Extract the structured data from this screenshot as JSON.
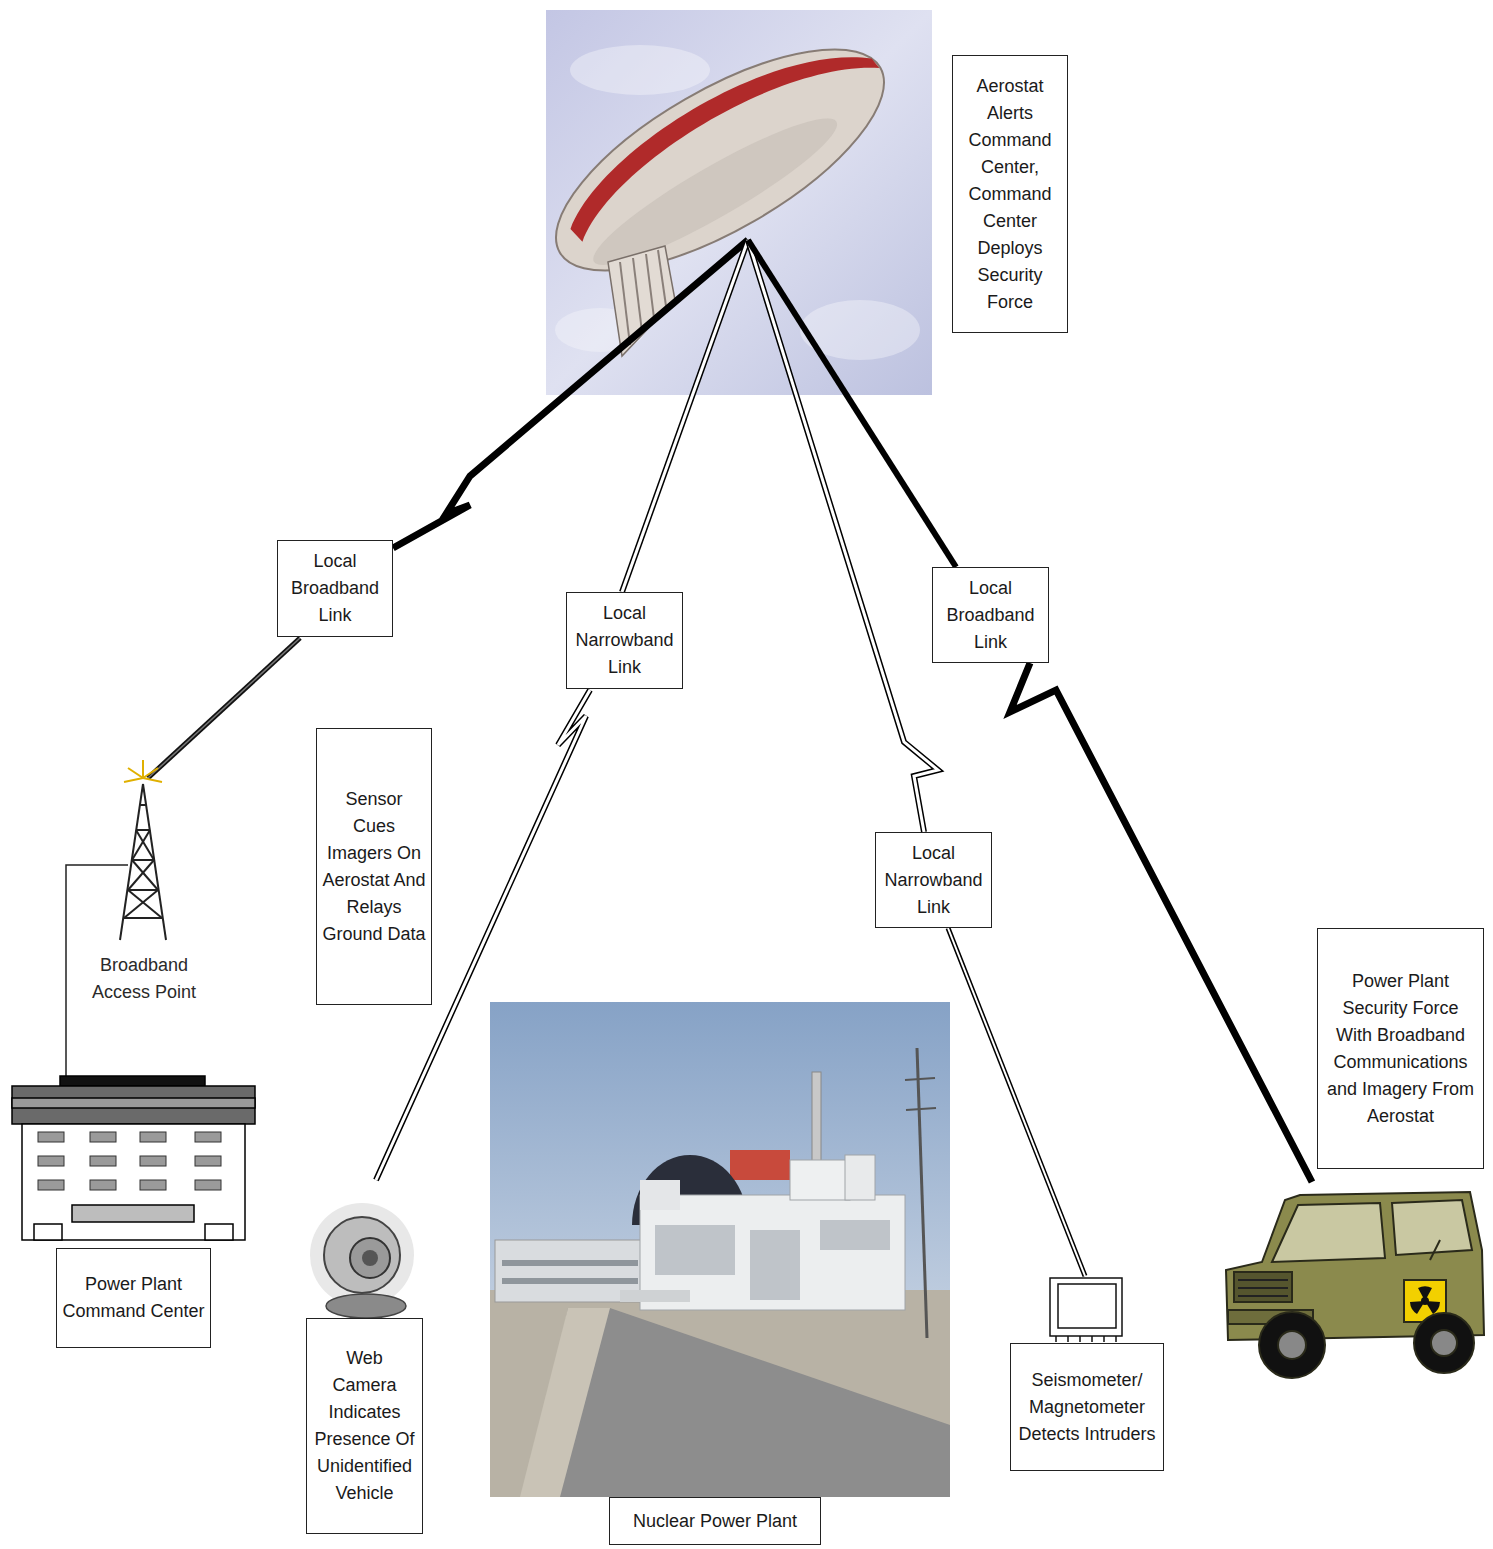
{
  "diagram": {
    "nodes": [
      {
        "text": [
          "Aerostat Alerts Command Center, Command Center Deploys Security Force"
        ]
      },
      {
        "text": [
          "Local Broadband Link"
        ]
      },
      {
        "text": [
          "Local Narrowband Link"
        ]
      },
      {
        "text": [
          "Local Broadband Link"
        ]
      },
      {
        "text": [
          "Sensor Cues Imagers On Aerostat And Relays Ground Data"
        ]
      },
      {
        "text": [
          "Local Narrowband Link"
        ]
      },
      {
        "text": [
          "Power Plant Security Force With Broadband Communications and Imagery From Aerostat"
        ]
      },
      {
        "text": [
          "Power Plant Command Center"
        ]
      },
      {
        "text": [
          "Web Camera Indicates Presence Of Unidentified Vehicle"
        ]
      },
      {
        "text": [
          "Seismometer/ Magnetometer Detects Intruders"
        ]
      },
      {
        "text": [
          "Nuclear Power Plant"
        ]
      }
    ],
    "labels": [
      "Broadband Access Point"
    ]
  }
}
